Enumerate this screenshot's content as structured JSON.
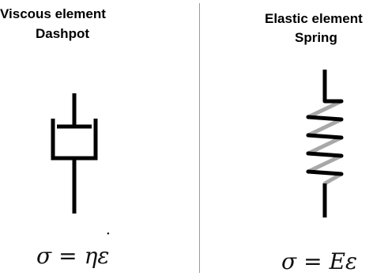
{
  "viscous": {
    "title_line1": "Viscous element",
    "title_line2": "Dashpot",
    "equation": {
      "lhs": "σ",
      "op": "=",
      "coef": "η",
      "var": "ε",
      "dot": "˙"
    }
  },
  "elastic": {
    "title_line1": "Elastic element",
    "title_line2": "Spring",
    "equation": {
      "lhs": "σ",
      "op": "=",
      "coef": "E",
      "var": "ε"
    }
  },
  "colors": {
    "ink": "#000000",
    "spring_highlight": "#a8a8a8",
    "divider": "#9a9a9a"
  }
}
